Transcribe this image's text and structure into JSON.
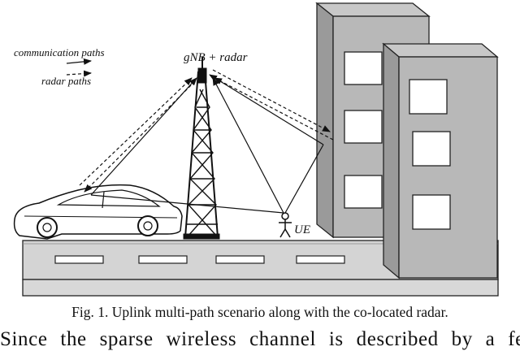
{
  "figure": {
    "legend": {
      "communication_label": "communication paths",
      "radar_label": "radar paths"
    },
    "labels": {
      "gnb": "gNB + radar",
      "ue": "UE"
    }
  },
  "caption": "Fig. 1.  Uplink multi-path scenario along with the co-located radar.",
  "body_text": "Since the sparse wireless channel is described by a few"
}
